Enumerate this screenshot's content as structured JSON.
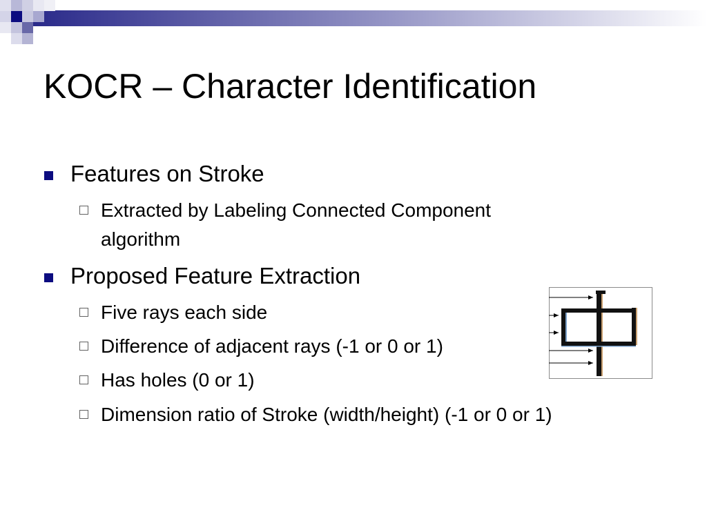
{
  "slide": {
    "title": "KOCR – Character Identification",
    "bullets": [
      {
        "text": "Features on Stroke",
        "sub": [
          {
            "line1": "Extracted by Labeling Connected Component",
            "line2": "algorithm"
          }
        ]
      },
      {
        "text": "Proposed Feature Extraction",
        "sub": [
          {
            "text": "Five rays each side"
          },
          {
            "text": "Difference of adjacent rays (-1 or 0 or 1)"
          },
          {
            "text": "Has holes (0 or 1)"
          },
          {
            "text": "Dimension ratio of Stroke (width/height) (-1 or 0 or 1)"
          }
        ]
      }
    ]
  },
  "colors": {
    "accent": "#0c0c80",
    "band_gradient_start": "#2a2a8a",
    "band_gradient_end": "#ffffff",
    "sub_marker": "#606060"
  },
  "icons": {
    "level1_marker": "filled-square-bullet-icon",
    "level2_marker": "hollow-square-bullet-icon"
  },
  "figure": {
    "description_icon": "ray-feature-extraction-diagram-icon",
    "ray_count_left_side": 5
  }
}
